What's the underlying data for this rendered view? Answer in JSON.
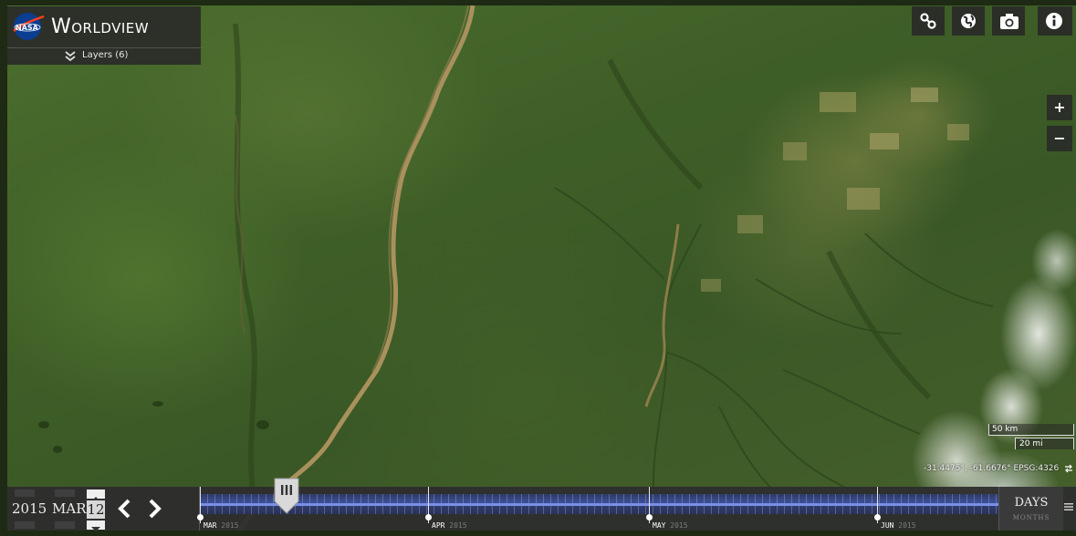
{
  "app": {
    "title": "Worldview"
  },
  "layers": {
    "label": "Layers (6)"
  },
  "toolbar": {
    "icons": [
      "link-icon",
      "globe-icon",
      "camera-icon",
      "info-icon"
    ]
  },
  "zoom": {
    "in_label": "+",
    "out_label": "−"
  },
  "scale": {
    "km_label": "50 km",
    "mi_label": "20 mi"
  },
  "coordinates": {
    "text": "-31.4475°, -61.6676° EPSG:4326"
  },
  "timeline": {
    "date": {
      "year": "2015",
      "month": "MAR",
      "day": "12"
    },
    "months": [
      {
        "label": "MAR",
        "year": "2015"
      },
      {
        "label": "APR",
        "year": "2015"
      },
      {
        "label": "MAY",
        "year": "2015"
      },
      {
        "label": "JUN",
        "year": "2015"
      }
    ],
    "zoom_level": "DAYS",
    "zoom_alt": "MONTHS"
  },
  "colors": {
    "panel": "#282828",
    "timeline_band": "#3b4f96",
    "river": "#a8915c"
  }
}
